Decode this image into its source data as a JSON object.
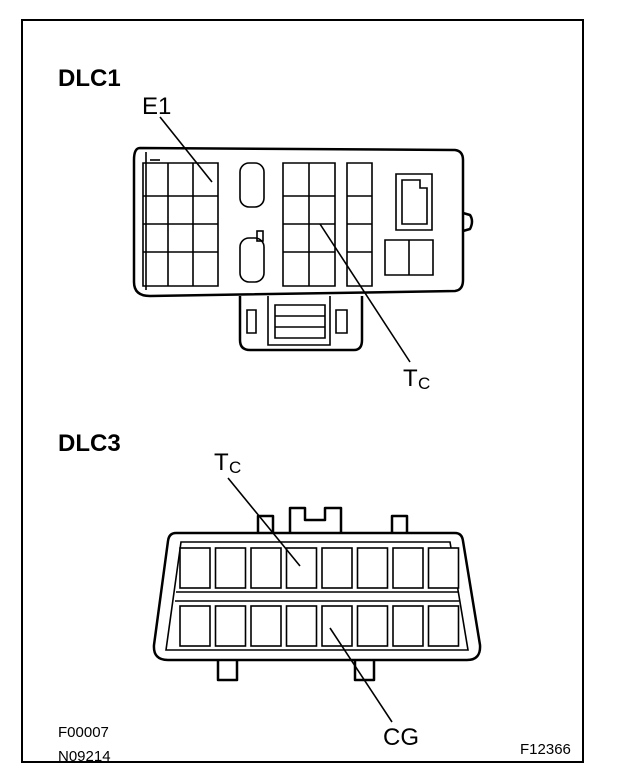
{
  "dlc1": {
    "title": "DLC1",
    "label_e1": "E1",
    "label_tc_main": "T",
    "label_tc_sub": "C"
  },
  "dlc3": {
    "title": "DLC3",
    "label_tc_main": "T",
    "label_tc_sub": "C",
    "label_cg": "CG"
  },
  "codes": {
    "bottom_left_1": "F00007",
    "bottom_left_2": "N09214",
    "bottom_right": "F12366"
  }
}
